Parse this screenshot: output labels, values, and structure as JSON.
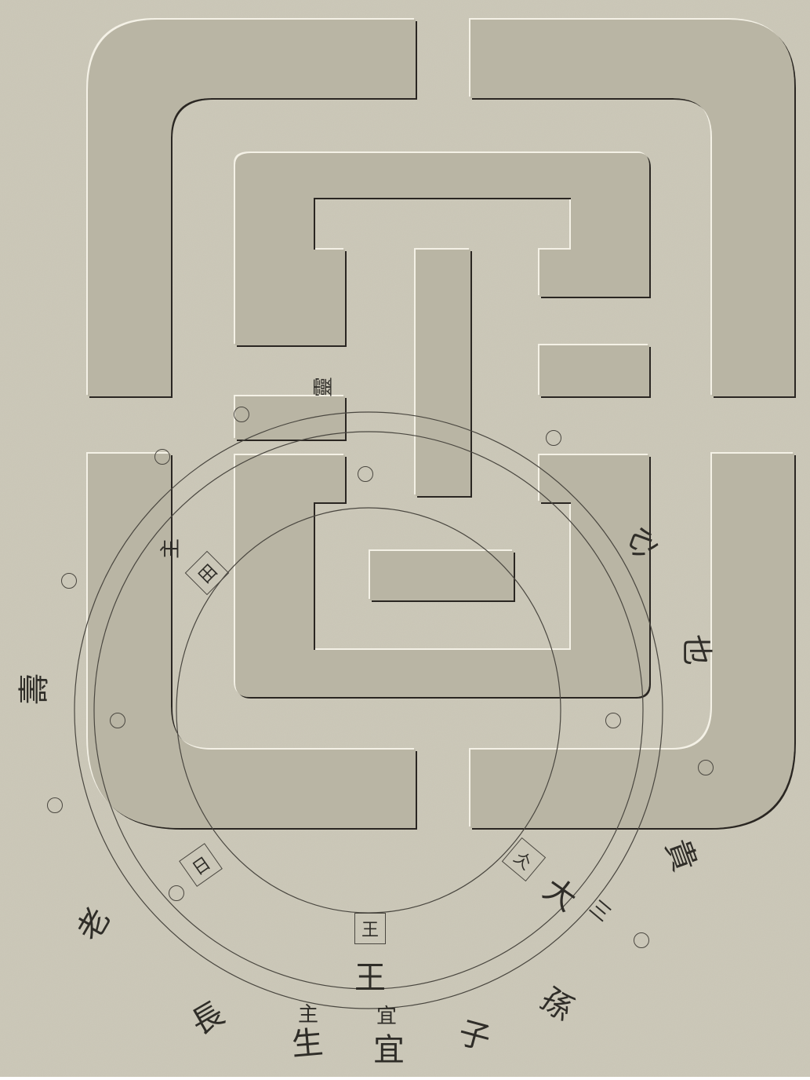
{
  "colors": {
    "paper": "#cbc7b7",
    "paper_dark": "#b9b5a4",
    "emboss_light": "#f4f1e6",
    "emboss_dark": "#2a2823",
    "ink": "#2f2d28"
  },
  "outer_ring_text": [
    "壽",
    "老",
    "長",
    "生",
    "宜",
    "子",
    "孫",
    "貴",
    "也",
    "心"
  ],
  "inner_ring_text": [
    "王",
    "大",
    "宜",
    "主",
    "主",
    "三"
  ],
  "boxed_marks": [
    "王",
    "日",
    "田",
    "仌"
  ],
  "top_mark": "靈"
}
